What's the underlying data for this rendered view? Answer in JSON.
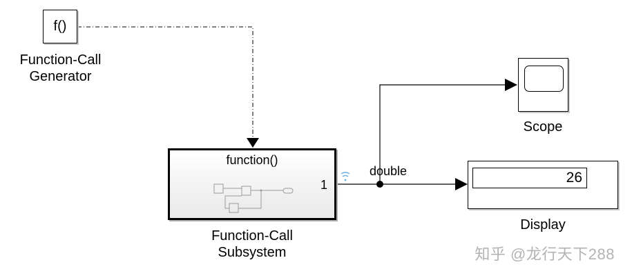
{
  "blocks": {
    "function_call_generator": {
      "icon_text": "f()",
      "label_line1": "Function-Call",
      "label_line2": "Generator"
    },
    "function_call_subsystem": {
      "title": "function()",
      "output_port": "1",
      "label_line1": "Function-Call",
      "label_line2": "Subsystem"
    },
    "scope": {
      "label": "Scope"
    },
    "display": {
      "value": "26",
      "label": "Display"
    }
  },
  "signal": {
    "data_type": "double"
  },
  "watermark": "知乎 @龙行天下288"
}
